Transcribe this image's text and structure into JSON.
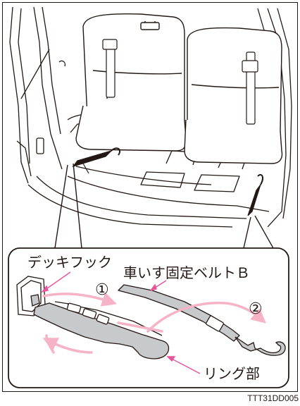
{
  "labels": {
    "deck_hook": "デッキフック",
    "belt": "車いす固定ベルトＢ",
    "ring": "リング部",
    "step1": "①",
    "step2": "②"
  },
  "figure_code": "TTT31DD005",
  "colors": {
    "line": "#231815",
    "belt_fill": "#c8c9ca",
    "arrow_pink": "#f7b3c6",
    "pointer_pink": "#e8559a"
  }
}
